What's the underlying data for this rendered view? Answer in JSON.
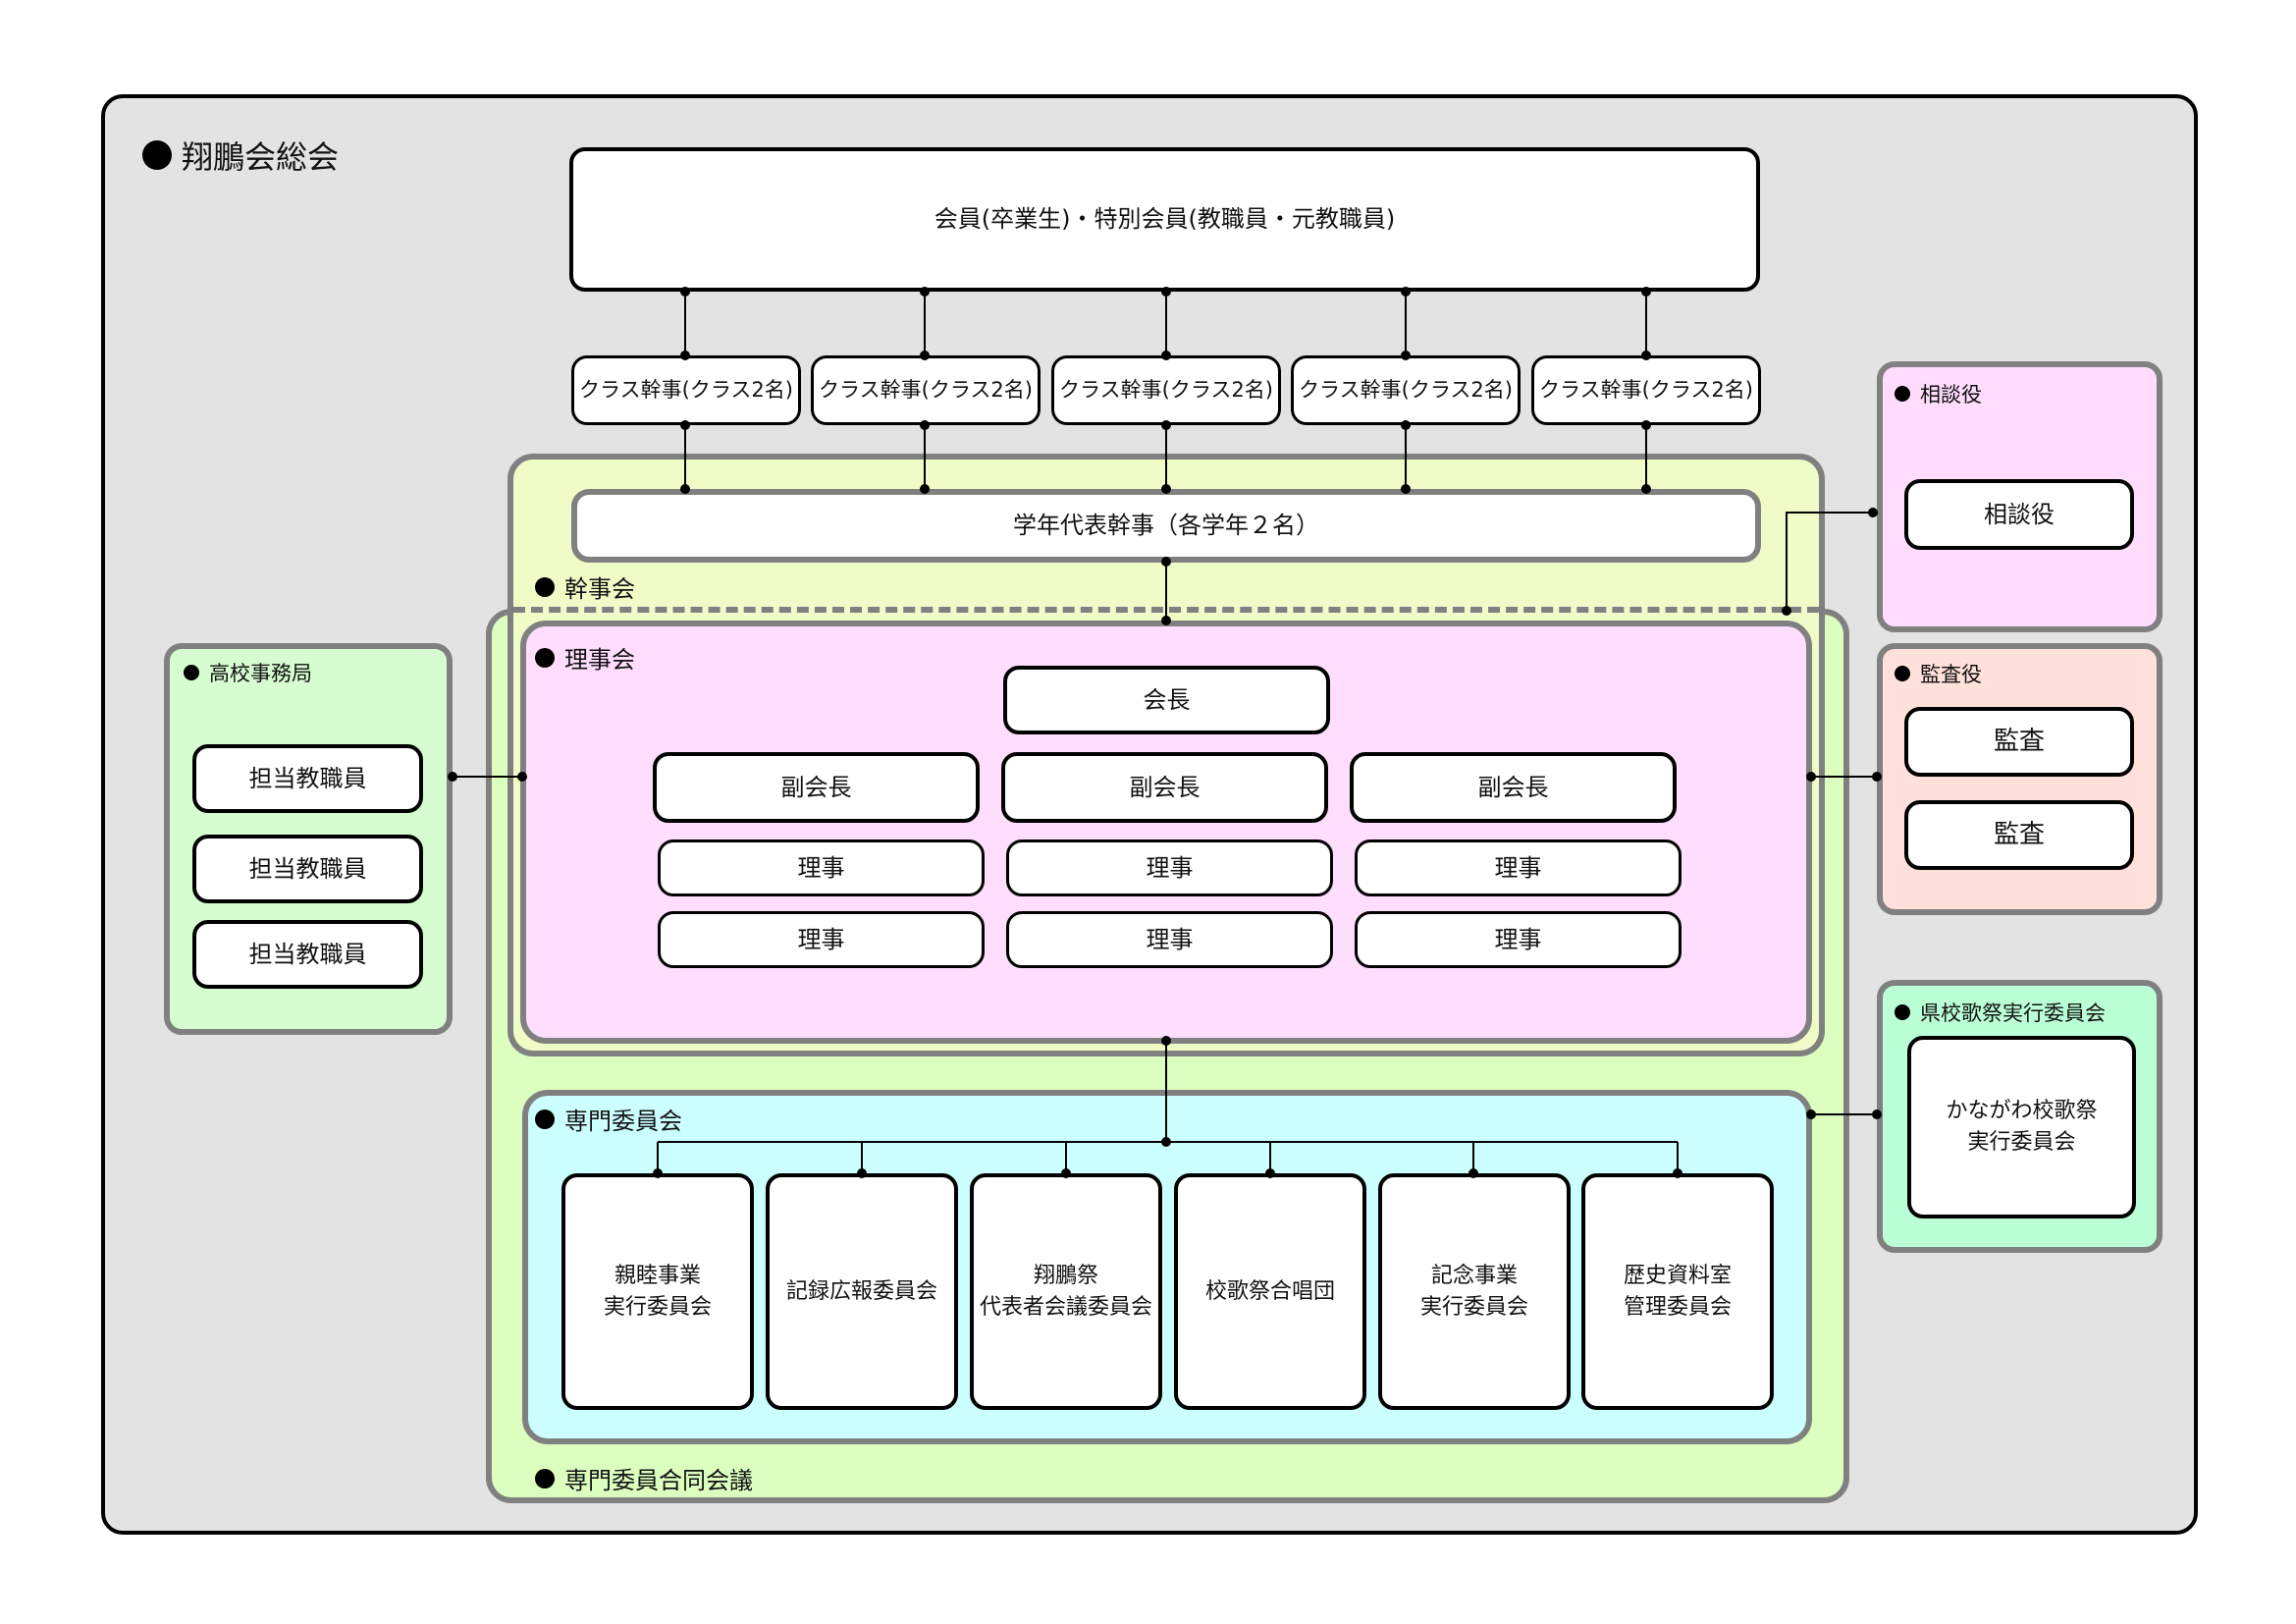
{
  "diagram_title": "翔鵬会総会",
  "members": {
    "label": "会員(卒業生)・特別会員(教職員・元教職員)"
  },
  "class_secretaries": [
    "クラス幹事(クラス2名)",
    "クラス幹事(クラス2名)",
    "クラス幹事(クラス2名)",
    "クラス幹事(クラス2名)",
    "クラス幹事(クラス2名)"
  ],
  "kanjikai": {
    "label": "幹事会",
    "grade_reps": "学年代表幹事（各学年２名）"
  },
  "rijikai": {
    "label": "理事会",
    "president": "会長",
    "vice_presidents": [
      "副会長",
      "副会長",
      "副会長"
    ],
    "directors": [
      [
        "理事",
        "理事",
        "理事"
      ],
      [
        "理事",
        "理事",
        "理事"
      ]
    ]
  },
  "senmon_iinkai": {
    "label": "専門委員会",
    "committees": [
      "親睦事業\n実行委員会",
      "記録広報委員会",
      "翔鵬祭\n代表者会議委員会",
      "校歌祭合唱団",
      "記念事業\n実行委員会",
      "歴史資料室\n管理委員会"
    ]
  },
  "joint_meeting": {
    "label": "専門委員合同会議"
  },
  "school_office": {
    "label": "高校事務局",
    "staff": [
      "担当教職員",
      "担当教職員",
      "担当教職員"
    ]
  },
  "advisors": {
    "label": "相談役",
    "members": [
      "相談役"
    ]
  },
  "auditors": {
    "label": "監査役",
    "members": [
      "監査",
      "監査"
    ]
  },
  "song_festival": {
    "label": "県校歌祭実行委員会",
    "committee": "かながわ校歌祭\n実行委員会"
  },
  "colors": {
    "frame_bg": "#e3e3e3",
    "kanjikai_bg": "#f0fcc8",
    "joint_bg": "#dcffc0",
    "rijikai_bg": "#ffddfc",
    "senmon_bg": "#ccffff",
    "office_bg": "#d6fdd0",
    "advisors_bg": "#ffdcfc",
    "auditors_bg": "#ffe0da",
    "festival_bg": "#baffd6",
    "group_border": "#808080"
  }
}
